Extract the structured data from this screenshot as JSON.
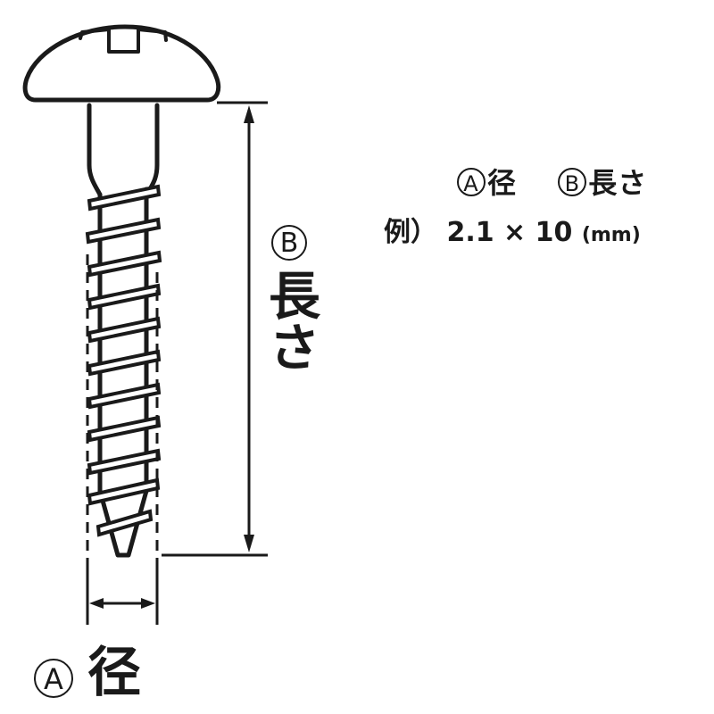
{
  "diagram": {
    "subject": "pan head tapping screw",
    "legend": {
      "a_symbol": "A",
      "a_label": "径",
      "b_symbol": "B",
      "b_label": "長さ",
      "example_prefix": "例）",
      "example_value": "2.1 × 10",
      "example_unit": "(mm)"
    },
    "length_dimension": {
      "symbol": "B",
      "label": "長さ"
    },
    "diameter_dimension": {
      "symbol": "A",
      "label": "径"
    },
    "colors": {
      "line": "#1a1a1a",
      "background": "#ffffff"
    }
  }
}
